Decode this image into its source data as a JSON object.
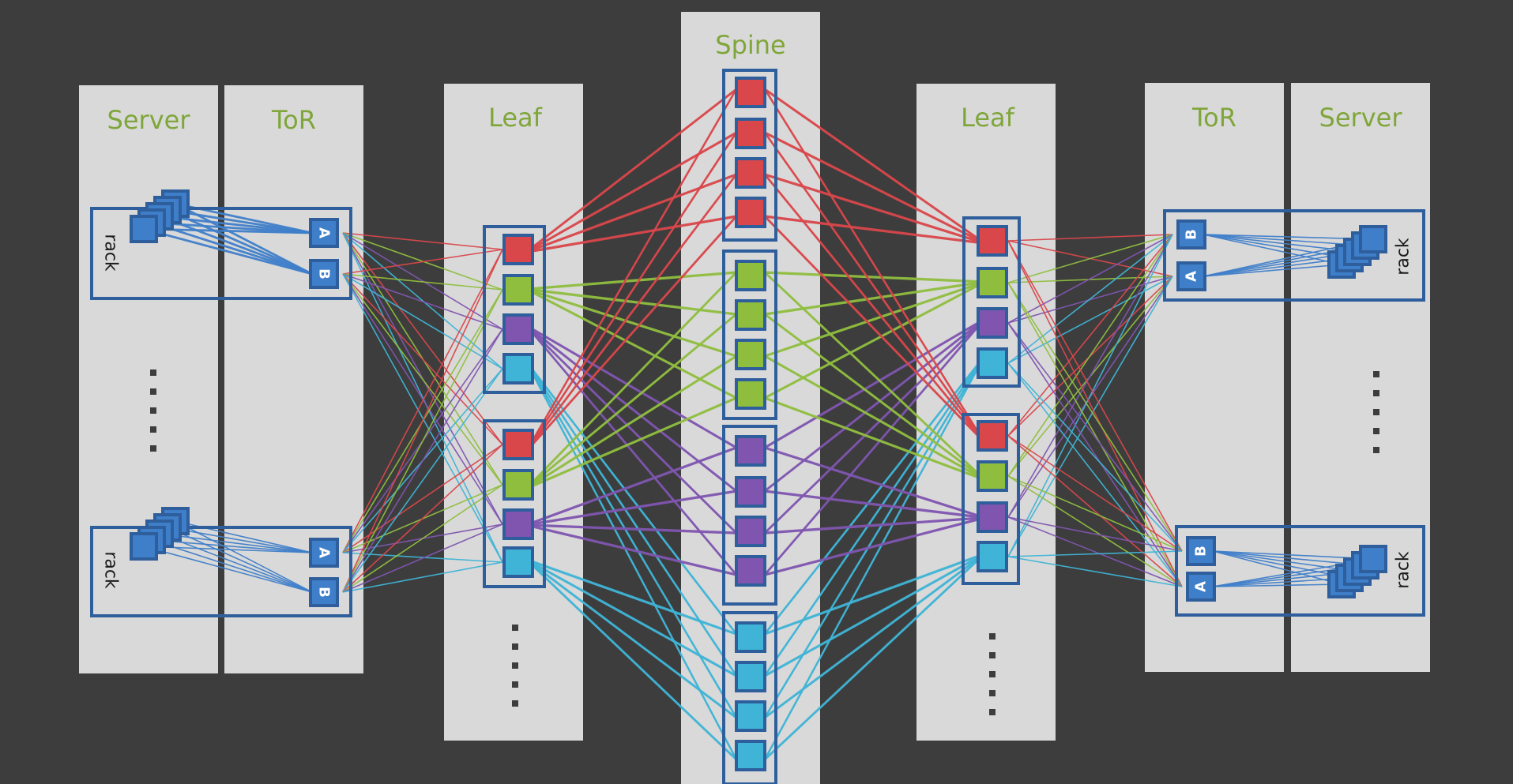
{
  "columns": {
    "server_left": "Server",
    "tor_left": "ToR",
    "leaf_left": "Leaf",
    "spine": "Spine",
    "leaf_right": "Leaf",
    "tor_right": "ToR",
    "server_right": "Server"
  },
  "rack_label": "rack",
  "port_a": "A",
  "port_b": "B",
  "colors": {
    "background": "#3d3d3d",
    "panel": "#d9d9d9",
    "title": "#7fa63a",
    "box_stroke": "#2e5f9c",
    "server": "#3f7ec9",
    "red": "#d9474b",
    "green": "#8fbe3f",
    "purple": "#7f55b0",
    "cyan": "#3fb4d6"
  }
}
